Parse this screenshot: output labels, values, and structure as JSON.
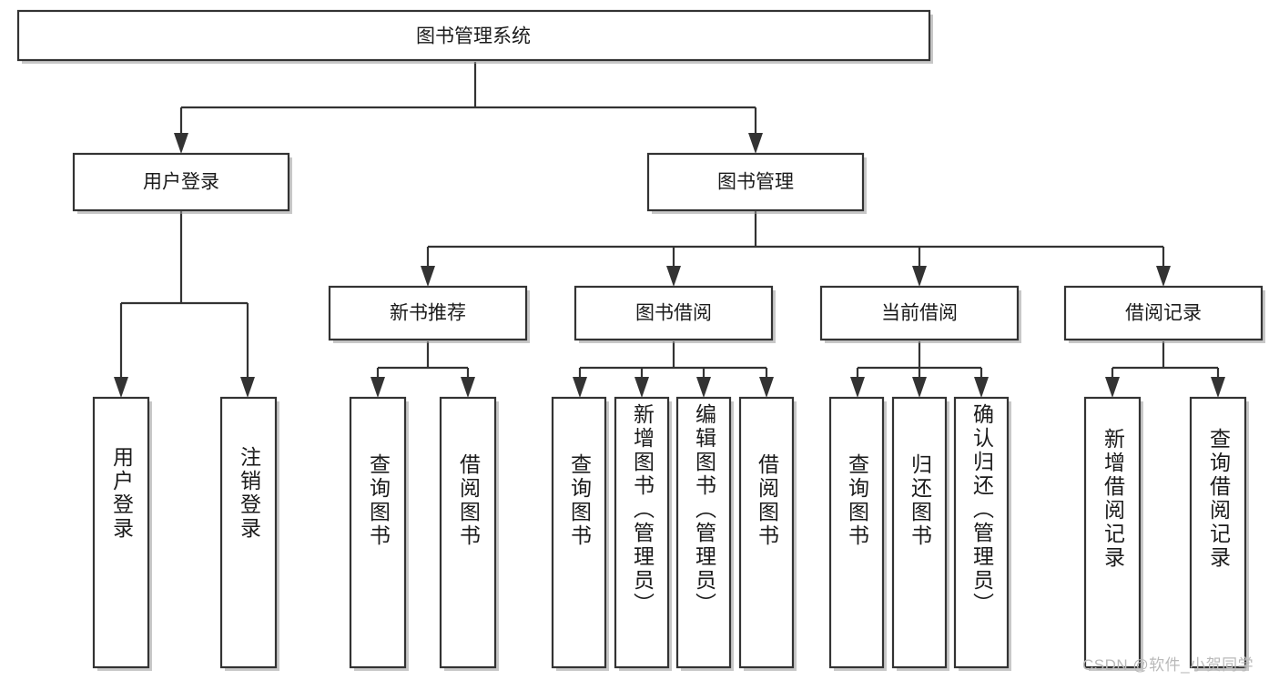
{
  "diagram": {
    "title": "图书管理系统",
    "type": "hierarchy-tree",
    "watermark": "CSDN @软件_小贺同学",
    "colors": {
      "stroke": "#333333",
      "fill": "#ffffff",
      "text": "#1b1b1b",
      "watermark": "#b9b9b9"
    },
    "levels": {
      "root": {
        "label": "图书管理系统"
      },
      "level2": [
        {
          "label": "用户登录"
        },
        {
          "label": "图书管理"
        }
      ],
      "level3": [
        {
          "label": "新书推荐"
        },
        {
          "label": "图书借阅"
        },
        {
          "label": "当前借阅"
        },
        {
          "label": "借阅记录"
        }
      ],
      "leaves": [
        {
          "label": "用户登录",
          "parent": "用户登录"
        },
        {
          "label": "注销登录",
          "parent": "用户登录"
        },
        {
          "label": "查询图书",
          "parent": "新书推荐"
        },
        {
          "label": "借阅图书",
          "parent": "新书推荐"
        },
        {
          "label": "查询图书",
          "parent": "图书借阅"
        },
        {
          "label": "新增图书（管理员）",
          "parent": "图书借阅"
        },
        {
          "label": "编辑图书（管理员）",
          "parent": "图书借阅"
        },
        {
          "label": "借阅图书",
          "parent": "图书借阅"
        },
        {
          "label": "查询图书",
          "parent": "当前借阅"
        },
        {
          "label": "归还图书",
          "parent": "当前借阅"
        },
        {
          "label": "确认归还（管理员）",
          "parent": "当前借阅"
        },
        {
          "label": "新增借阅记录",
          "parent": "借阅记录"
        },
        {
          "label": "查询借阅记录",
          "parent": "借阅记录"
        }
      ]
    }
  }
}
